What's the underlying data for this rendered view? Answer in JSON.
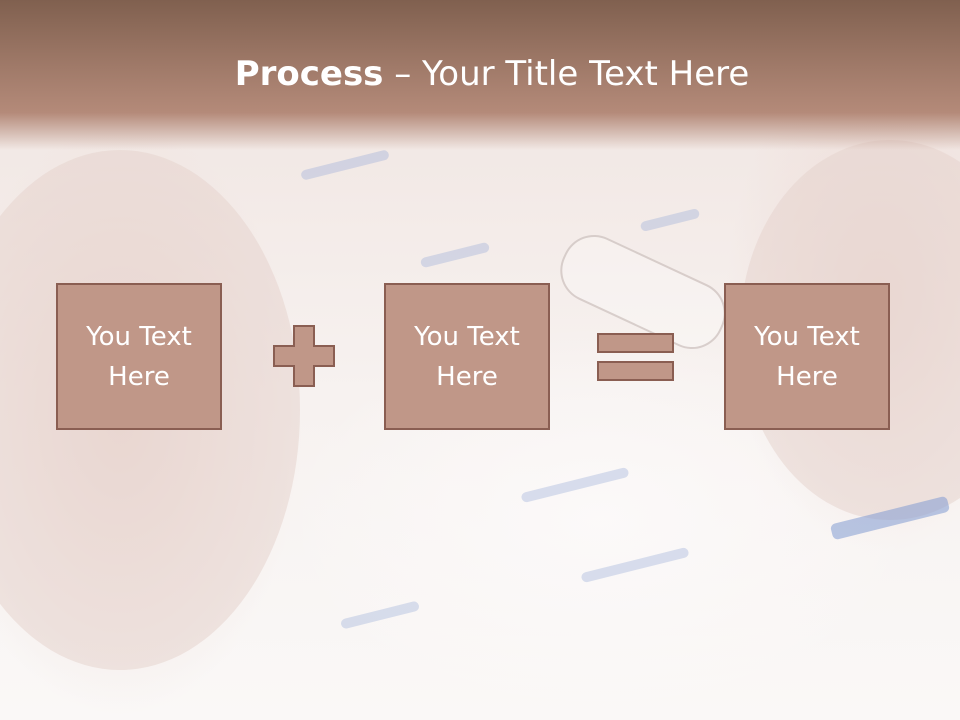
{
  "slide": {
    "title_bold": "Process",
    "title_rest": " – Your Title Text Here",
    "boxes": [
      {
        "text": "You Text Here"
      },
      {
        "text": "You Text Here"
      },
      {
        "text": "You Text Here"
      }
    ],
    "operators": [
      "plus-icon",
      "equals-icon"
    ]
  },
  "colors": {
    "header": "#a07a69",
    "box_fill": "#c09788",
    "box_border": "#8a5e52",
    "text": "#ffffff"
  }
}
